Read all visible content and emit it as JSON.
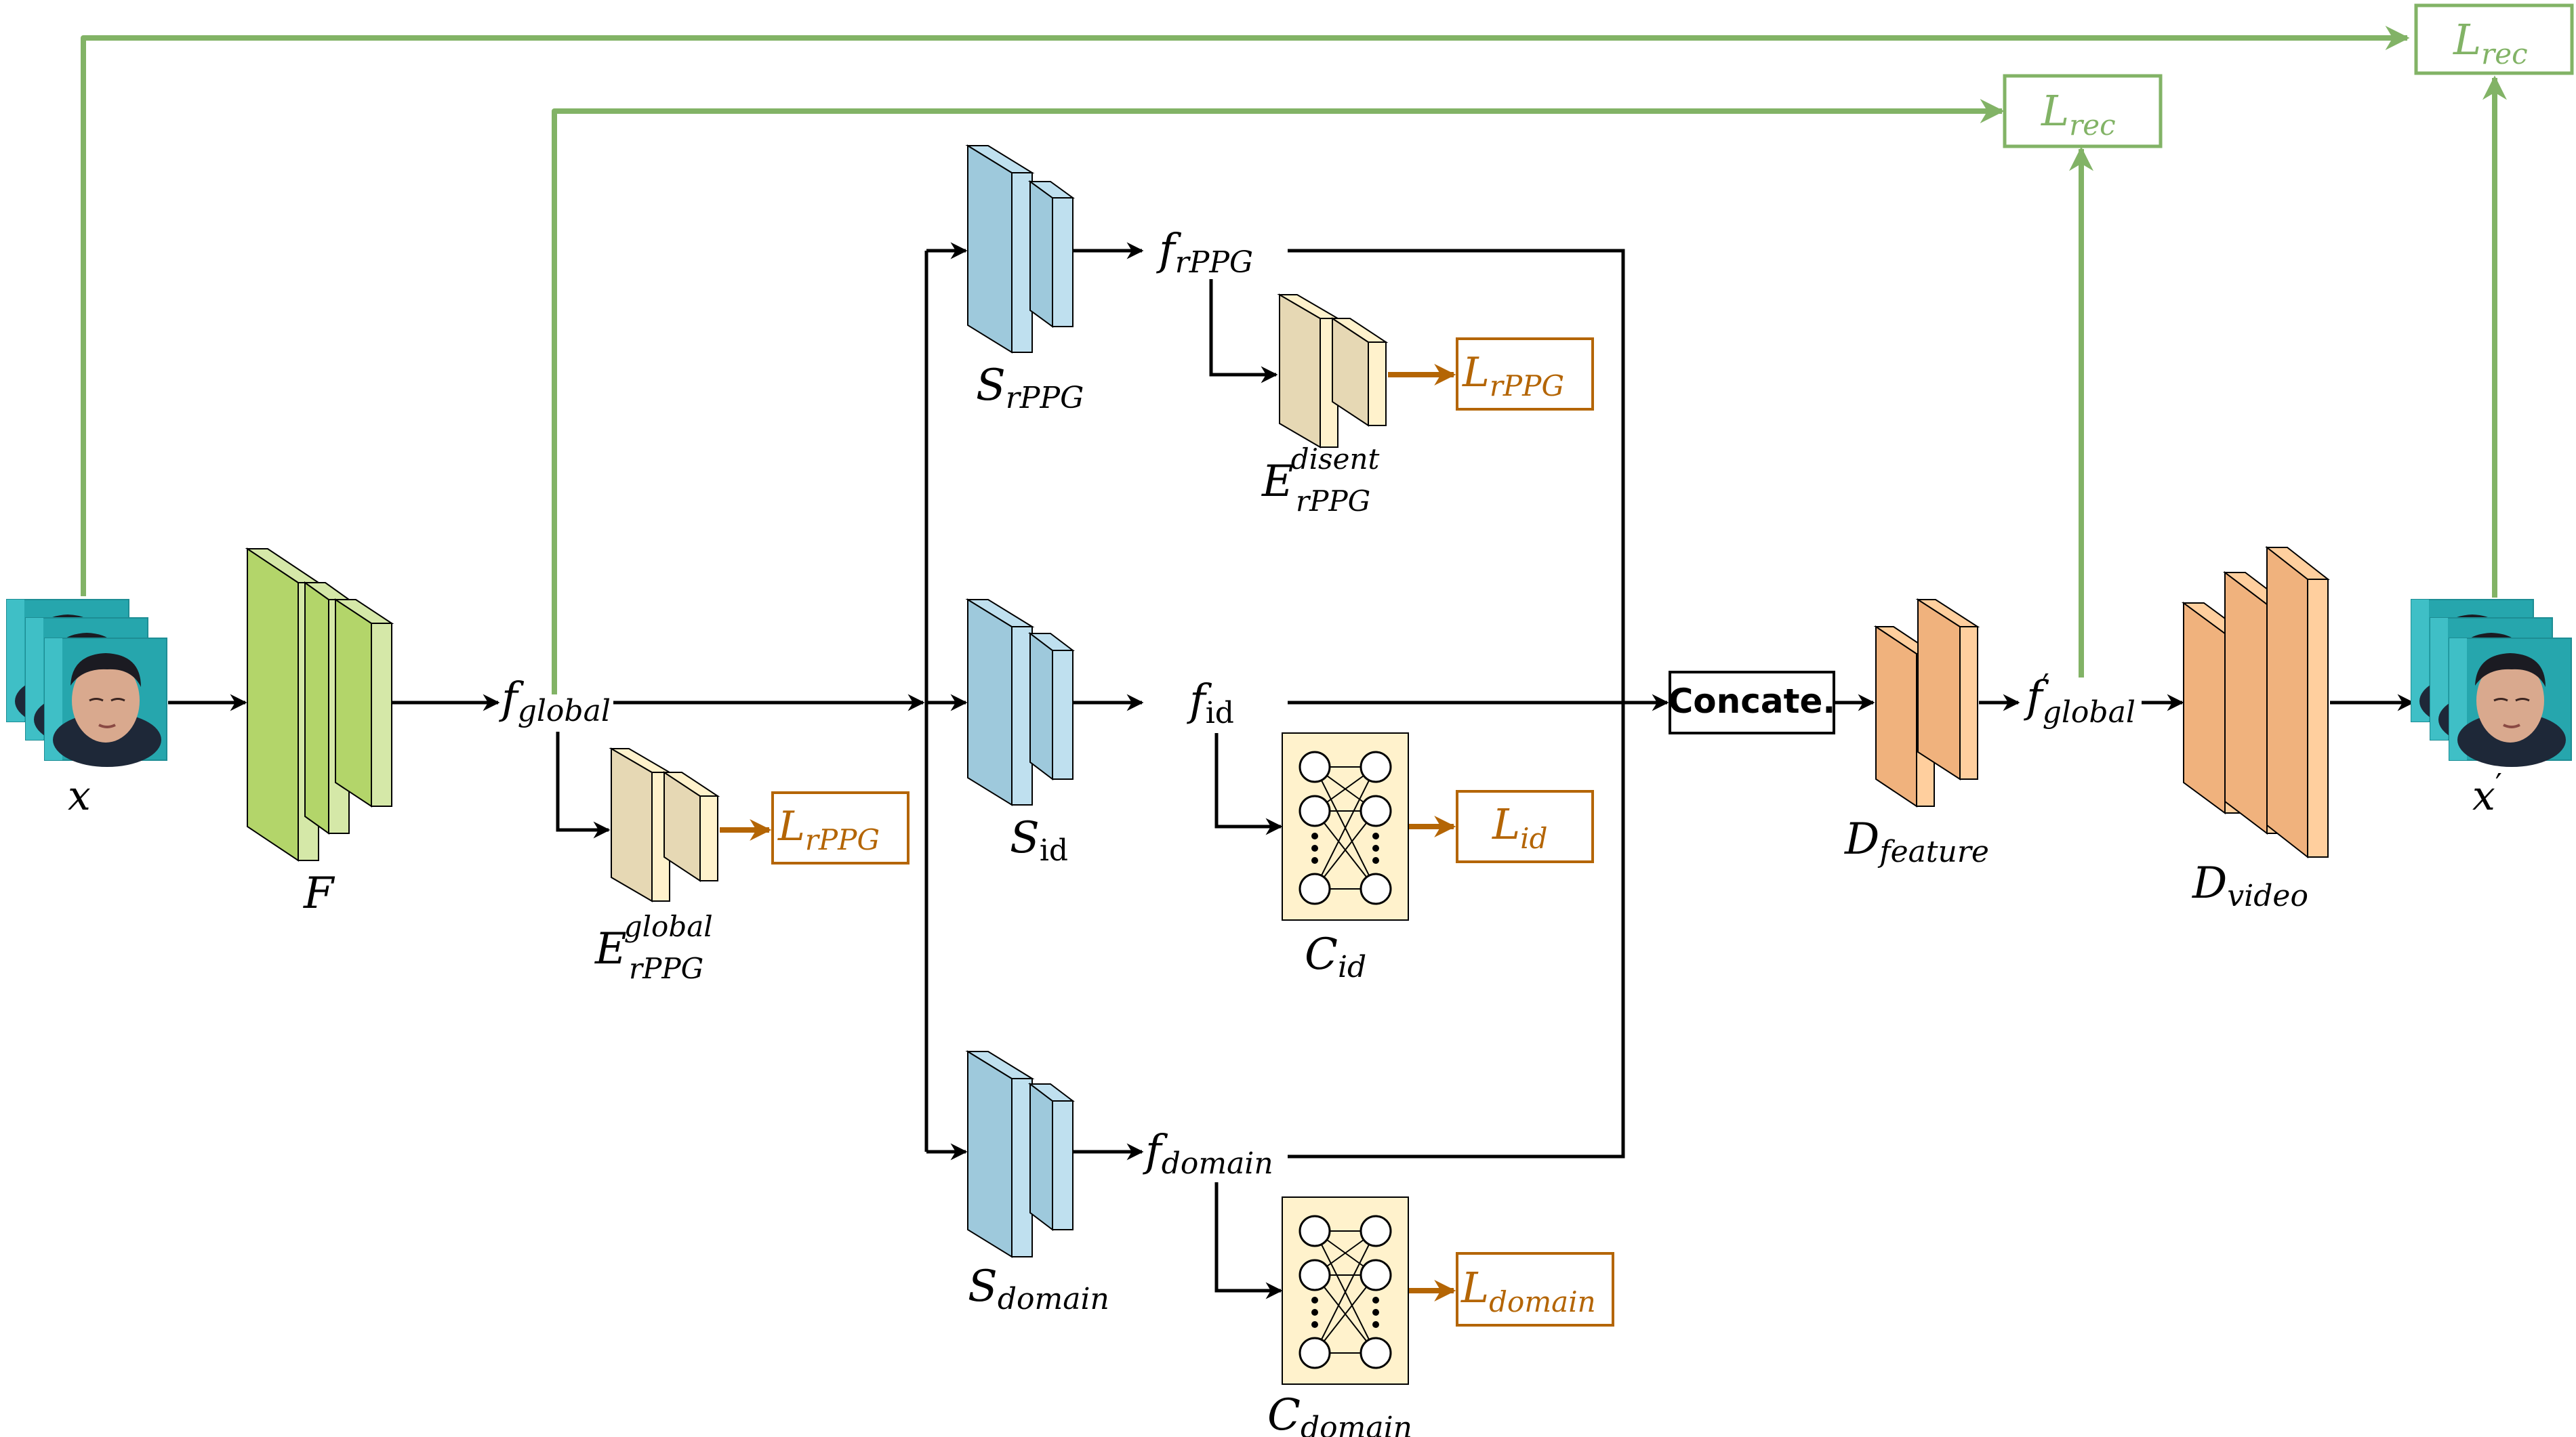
{
  "colors": {
    "green_arrow": "#82b366",
    "loss_orange": "#b46504",
    "encoder_green_front": "#b3d56a",
    "encoder_green_side": "#d5e8a8",
    "split_blue_front": "#9ec9dc",
    "split_blue_side": "#bfe0ef",
    "estimator_tan_front": "#e6d8b4",
    "estimator_tan_side": "#fff2cc",
    "decoder_peach_front": "#f0b27d",
    "decoder_peach_side": "#ffcf9e",
    "classifier_fill": "#fff2cc",
    "black": "#000000"
  },
  "labels": {
    "input": {
      "base": "x",
      "prime": ""
    },
    "output": {
      "base": "x",
      "prime": "′"
    },
    "encoder": {
      "base": "F"
    },
    "f_global": {
      "base": "f",
      "sub": "global"
    },
    "f_global_prime": {
      "base": "f",
      "prime": "′",
      "sub": "global"
    },
    "f_rppg": {
      "base": "f",
      "sub": "rPPG"
    },
    "f_id": {
      "base": "f",
      "sub": "id"
    },
    "f_domain": {
      "base": "f",
      "sub": "domain"
    },
    "s_rppg": {
      "base": "S",
      "sub": "rPPG"
    },
    "s_id": {
      "base": "S",
      "sub": "id"
    },
    "s_domain": {
      "base": "S",
      "sub": "domain"
    },
    "e_global": {
      "base": "E",
      "sup": "global",
      "sub": "rPPG"
    },
    "e_disent": {
      "base": "E",
      "sup": "disent",
      "sub": "rPPG"
    },
    "c_id": {
      "base": "C",
      "sub": "id"
    },
    "c_domain": {
      "base": "C",
      "sub": "domain"
    },
    "d_feature": {
      "base": "D",
      "sub": "feature"
    },
    "d_video": {
      "base": "D",
      "sub": "video"
    },
    "concat": "Concate."
  },
  "losses": {
    "rec_outer": {
      "base": "L",
      "sub": "rec"
    },
    "rec_inner": {
      "base": "L",
      "sub": "rec"
    },
    "rppg_global": {
      "base": "L",
      "sub": "rPPG"
    },
    "rppg_disent": {
      "base": "L",
      "sub": "rPPG"
    },
    "id": {
      "base": "L",
      "sub": "id"
    },
    "domain": {
      "base": "L",
      "sub": "domain"
    }
  },
  "icons": {
    "input_frames": "face-video-frames-icon",
    "output_frames": "face-video-frames-icon",
    "classifier": "mlp-network-icon"
  }
}
